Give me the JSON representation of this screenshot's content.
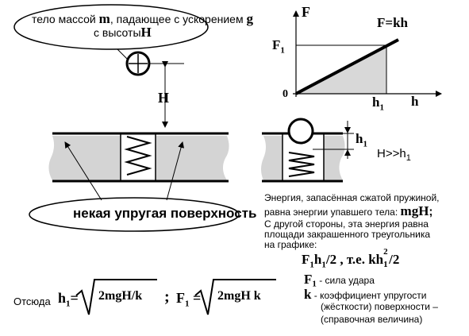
{
  "bubble_top": {
    "line1_prefix": "тело массой",
    "mass_symbol": "m",
    "line1_mid": ", падающее с ускорением",
    "accel_symbol": "g",
    "line2_prefix": "с высоты",
    "height_symbol": "H"
  },
  "bubble_bottom": {
    "label": "некая упругая поверхность"
  },
  "diagram_labels": {
    "H": "H",
    "h1_base": "h",
    "h1_sub": "1",
    "relation_base": "H>>h",
    "relation_sub": "1"
  },
  "graph": {
    "axis_y": "F",
    "axis_x": "h",
    "law": "F=kh",
    "origin": "0",
    "F1_base": "F",
    "F1_sub": "1",
    "h1_base": "h",
    "h1_sub": "1"
  },
  "explanation": {
    "line1": "Энергия, запасённая сжатой пружиной,",
    "line2": "равна энергии упавшего тела:",
    "mgH": "mgH",
    "semicolon": ";",
    "line3": "С другой стороны, эта энергия равна",
    "line4": "площади закрашенного треугольника",
    "line5": "на графике:",
    "f1h1_F": "F",
    "f1h1_Fsub": "1",
    "f1h1_h": "h",
    "f1h1_hsub": "1",
    "f1h1_tail": "/2 , т.е. kh",
    "f1h1_sup": "2",
    "f1h1_sub2": "1",
    "f1h1_end": "/2",
    "def_F_sym": "F",
    "def_F_sub": "1",
    "def_F_text": " - сила удара",
    "def_k_sym": "k",
    "def_k_text": " - коэффициент упругости",
    "def_k_line2": "(жёсткости)  поверхности –",
    "def_k_line3": "(справочная величина)"
  },
  "formulas": {
    "prefix": "Отсюда",
    "h1_base": "h",
    "h1_sub": "1",
    "eq": "=",
    "h1_radicand": "2mgH/k",
    "separator": ";",
    "F1_base": "F",
    "F1_sub": "1",
    "F1_eq": " =",
    "F1_radicand": "2mgH k"
  },
  "colors": {
    "surface_fill": "#d4d4d4",
    "triangle_fill": "#d8d8d8",
    "stroke": "#000000",
    "background": "#ffffff"
  }
}
